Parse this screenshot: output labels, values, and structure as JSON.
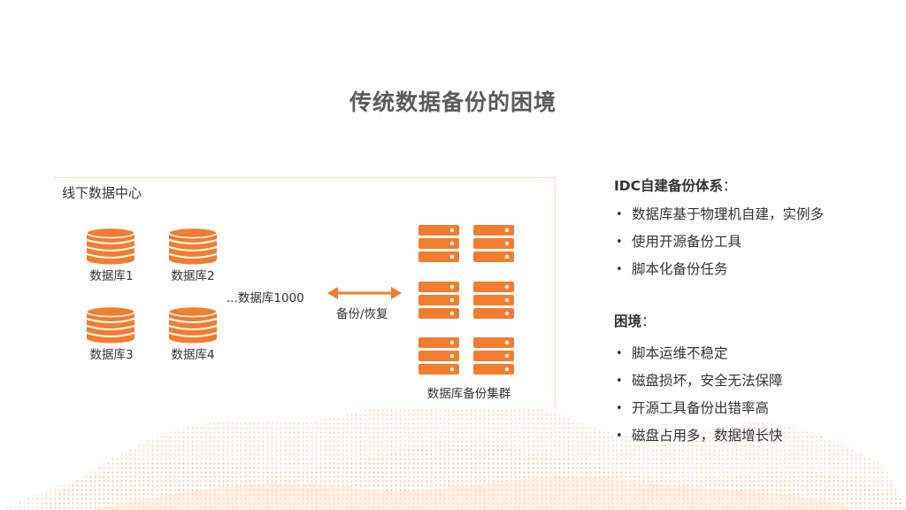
{
  "title": "传统数据备份的困境",
  "datacenter": {
    "title": "线下数据中心",
    "databases": [
      "数据库1",
      "数据库2",
      "数据库3",
      "数据库4"
    ],
    "more_label": "...数据库1000"
  },
  "arrow_label": "备份/恢复",
  "cluster_label": "数据库备份集群",
  "idc": {
    "heading": "IDC自建备份体系",
    "colon": "：",
    "items": [
      "数据库基于物理机自建，实例多",
      "使用开源备份工具",
      "脚本化备份任务"
    ]
  },
  "problems": {
    "heading": "困境",
    "colon": "：",
    "items": [
      "脚本运维不稳定",
      "磁盘损坏，安全无法保障",
      "开源工具备份出错率高",
      "磁盘占用多，数据增长快"
    ]
  },
  "colors": {
    "accent": "#f27d2f",
    "accent_light": "#f9a66b"
  },
  "icons": {
    "database": "database-icon",
    "server": "server-icon",
    "arrow": "double-arrow-icon",
    "bullet": "•"
  }
}
